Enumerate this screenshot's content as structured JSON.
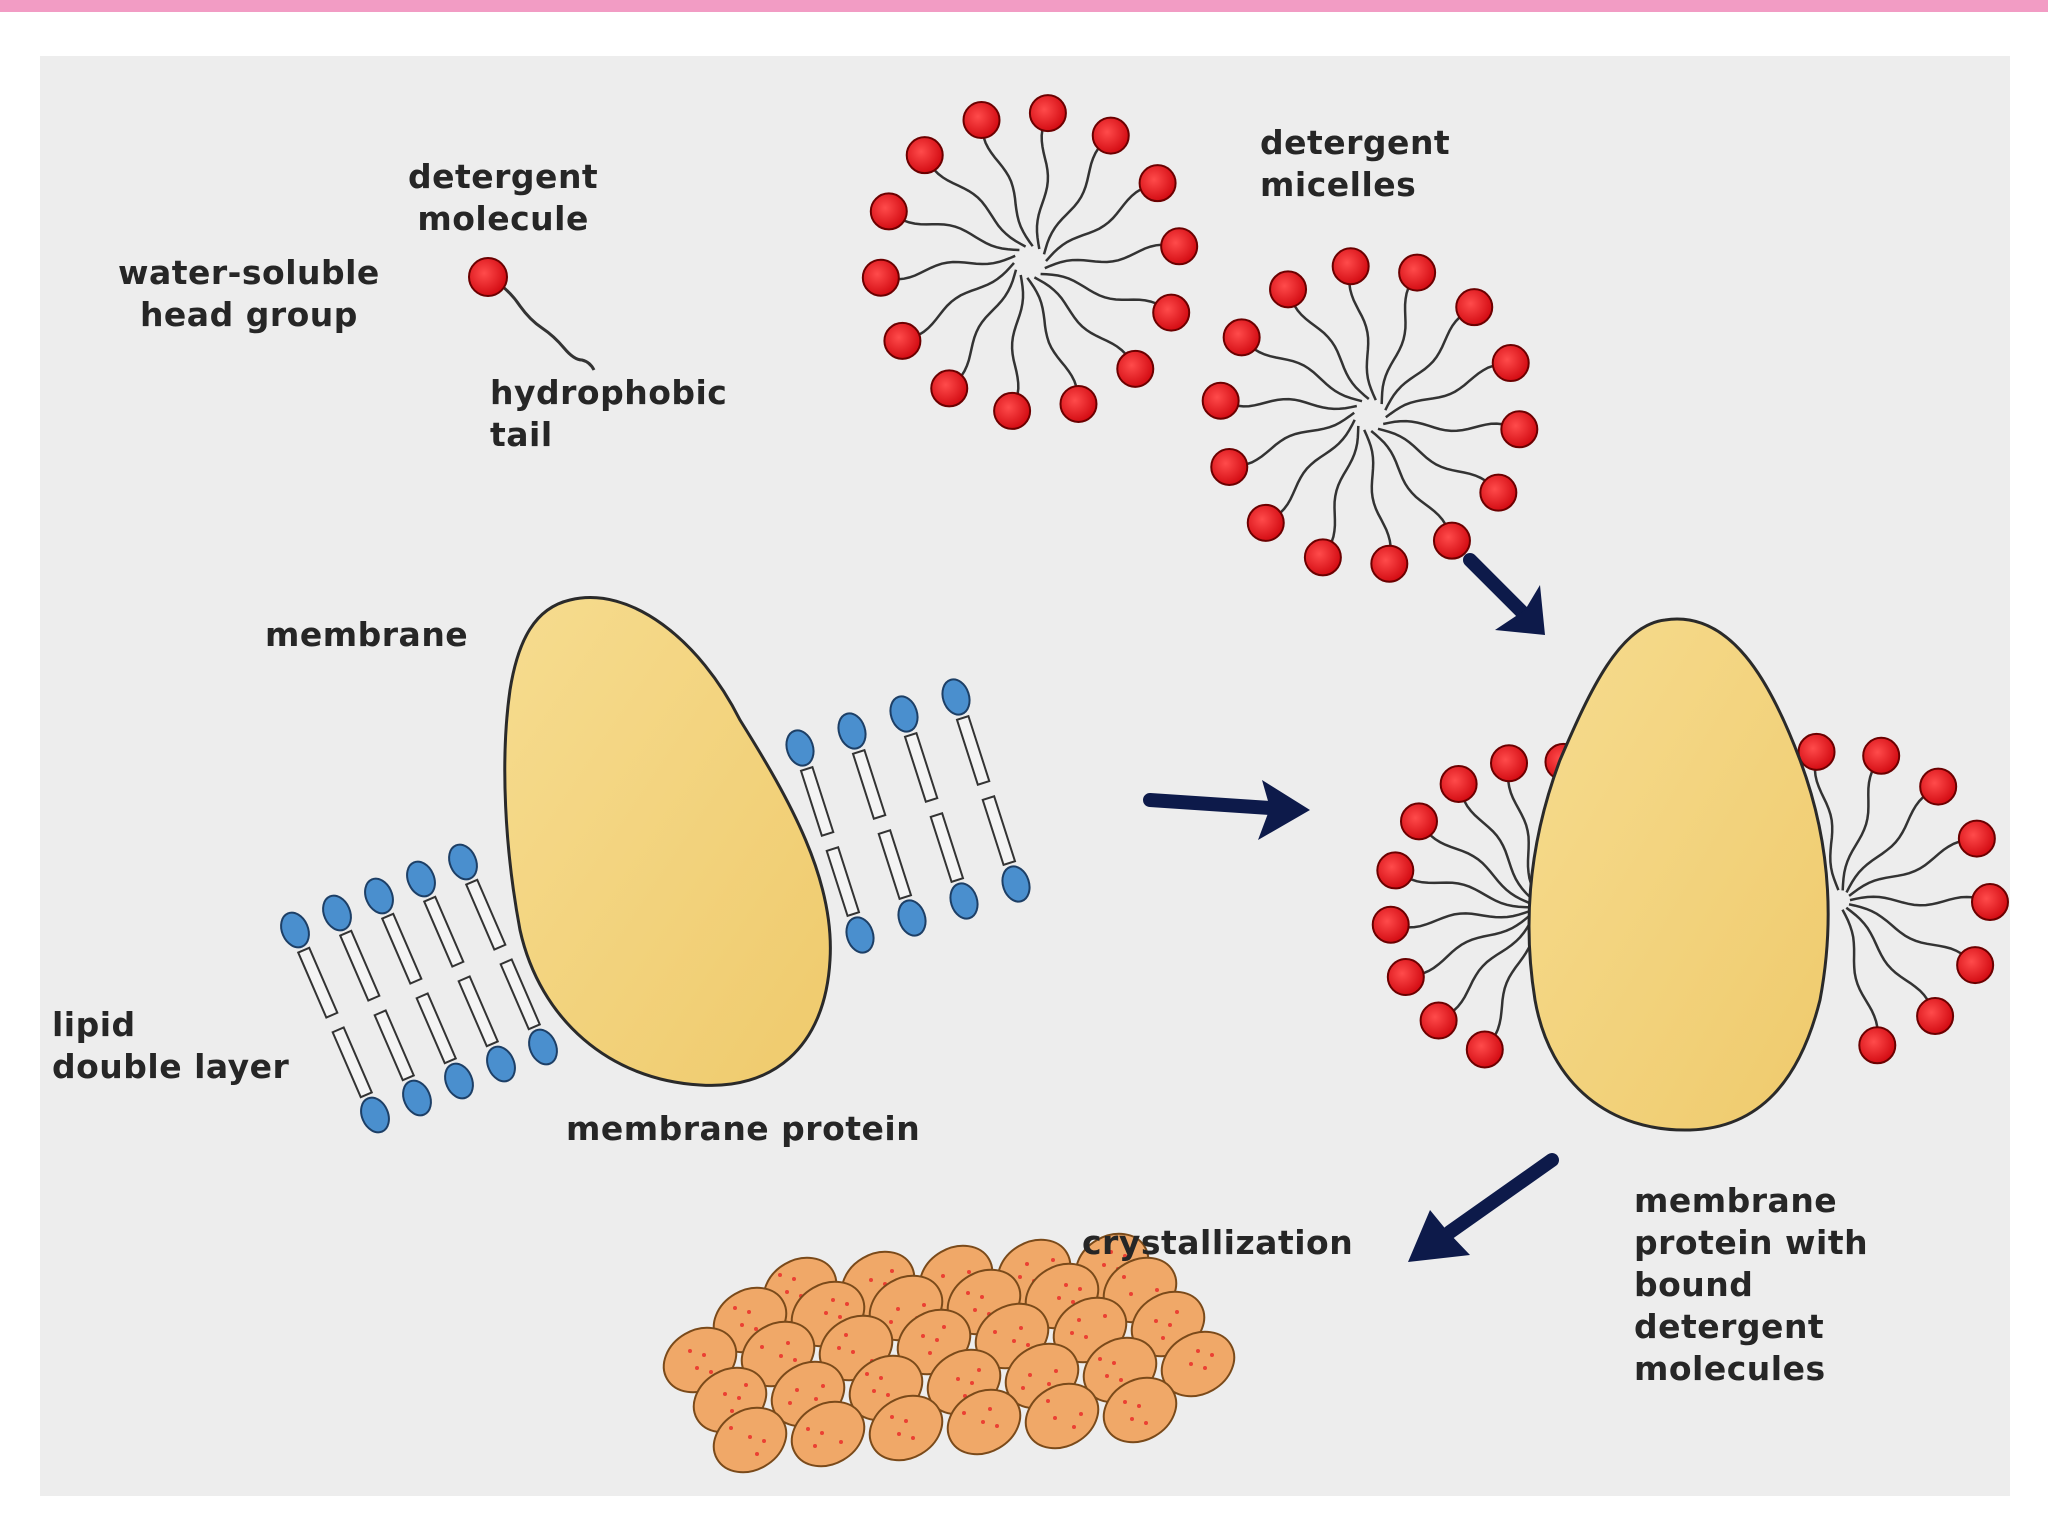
{
  "labels": {
    "detergent_molecule": "detergent\nmolecule",
    "head_group": "water-soluble\nhead group",
    "hydrophobic_tail": "hydrophobic\ntail",
    "detergent_micelles": "detergent\nmicelles",
    "membrane": "membrane",
    "lipid_double_layer": "lipid\ndouble layer",
    "membrane_protein": "membrane protein",
    "crystallization": "crystallization",
    "protein_with_detergent": "membrane\nprotein with\nbound\ndetergent\nmolecules"
  },
  "colors": {
    "detergent_head": "#e8141c",
    "lipid_head": "#4a8fce",
    "protein": "#f2d27c",
    "crystal": "#f0a868",
    "arrow": "#0d1a4a",
    "outline": "#2a2a2a",
    "background_panel": "#ededed",
    "top_strip": "#f29cc4"
  }
}
